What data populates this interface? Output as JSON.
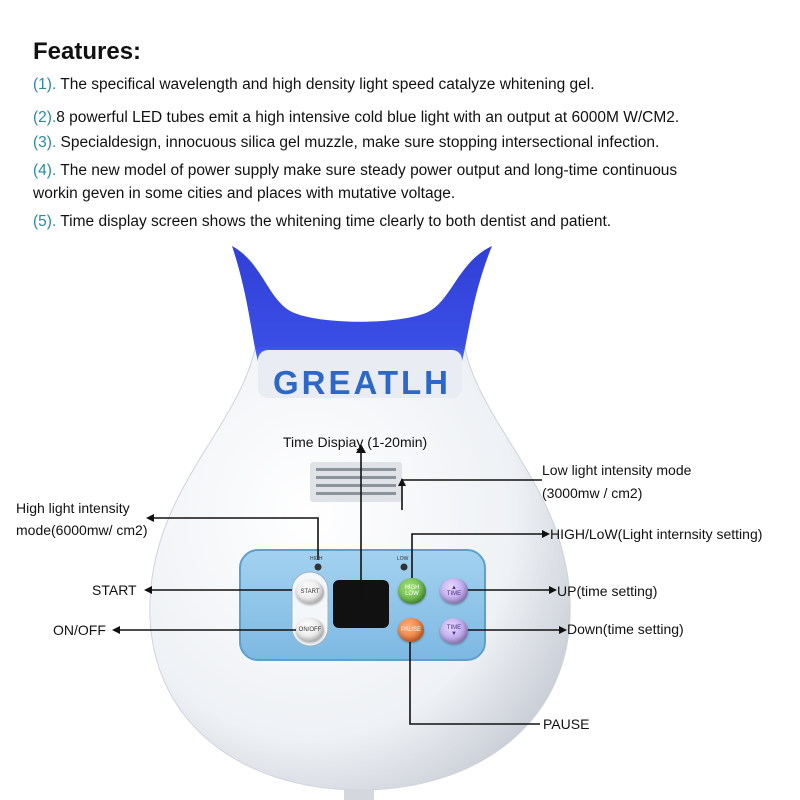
{
  "features": {
    "heading": "Features:",
    "items": [
      {
        "num": "(1).",
        "text": " The specifical wavelength and high density light speed catalyze whitening gel."
      },
      {
        "num": "(2).",
        "text": "8 powerful LED tubes emit a high intensive cold blue light with an output at 6000M W/CM2."
      },
      {
        "num": "(3).",
        "text": " Specialdesign, innocuous silica gel muzzle, make sure stopping intersectional infection."
      },
      {
        "num": "(4).",
        "text": " The new model of power supply make sure steady power output and long-time continuous",
        "text2": "workin geven in some cities and places with mutative voltage."
      },
      {
        "num": "(5).",
        "text": " Time display screen shows the whitening time clearly to both dentist and patient."
      }
    ]
  },
  "device": {
    "brand": "GREATLH",
    "indicator_high": "HIGH",
    "indicator_low": "LOW",
    "buttons": {
      "start": "START",
      "onoff": "ON/OFF",
      "highlow_top": "HIGH",
      "highlow_bottom": "LOW",
      "pause": "PAUSE",
      "time_up": "TIME",
      "time_down": "TIME"
    }
  },
  "callouts": {
    "time_display": "Time Dispiay (1-20min)",
    "low_mode_line1": "Low light intensity mode",
    "low_mode_line2": "(3000mw / cm2)",
    "high_mode_line1": "High light intensity",
    "high_mode_line2": "mode(6000mw/ cm2)",
    "highlow": "HIGH/LoW(Light internsity setting)",
    "start": "START",
    "up": "UP(time setting)",
    "onoff": "ON/OFF",
    "down": "Down(time setting)",
    "pause": "PAUSE"
  },
  "colors": {
    "feature_number": "#2a8aa0",
    "mouthpiece_blue": "#2f3fd8",
    "panel_blue": "#8ec5e8",
    "brand_blue": "#2d68c7"
  }
}
